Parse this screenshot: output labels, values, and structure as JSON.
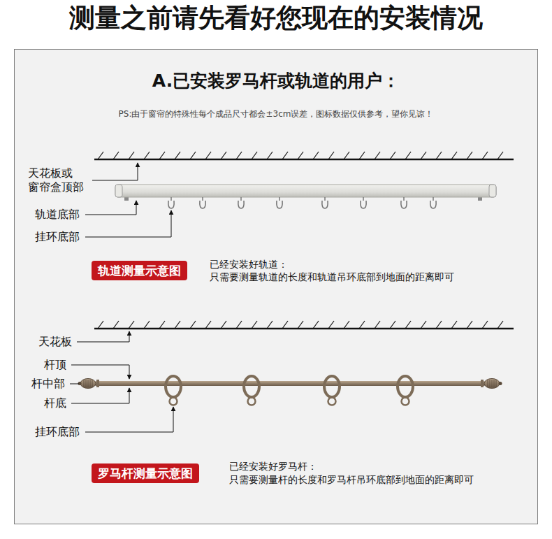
{
  "diagram": {
    "title": "测量之前请先看好您现在的安装情况",
    "nodes": [
      {
        "text": [
          "A.已安装罗马杆或轨道的用户：",
          "PS:由于窗帘的特殊性每个成品尺寸都会±3cm误差，图标数据仅供参考，望你见谅！"
        ]
      },
      {
        "text": [
          "轨道测量示意图"
        ],
        "in": 0
      },
      {
        "text": [
          "罗马杆测量示意图"
        ],
        "in": 0
      }
    ],
    "labels": [
      "天花板或 窗帘盒顶部",
      "轨道底部",
      "挂环底部",
      "已经安装好轨道：",
      "只需要测量轨道的长度和轨道吊环底部到地面的距离即可",
      "天花板",
      "杆顶",
      "杆中部",
      "杆底",
      "挂环底部",
      "已经安装好罗马杆：",
      "只需要测量杆的长度和罗马杆吊环底部到地面的距离即可"
    ]
  }
}
